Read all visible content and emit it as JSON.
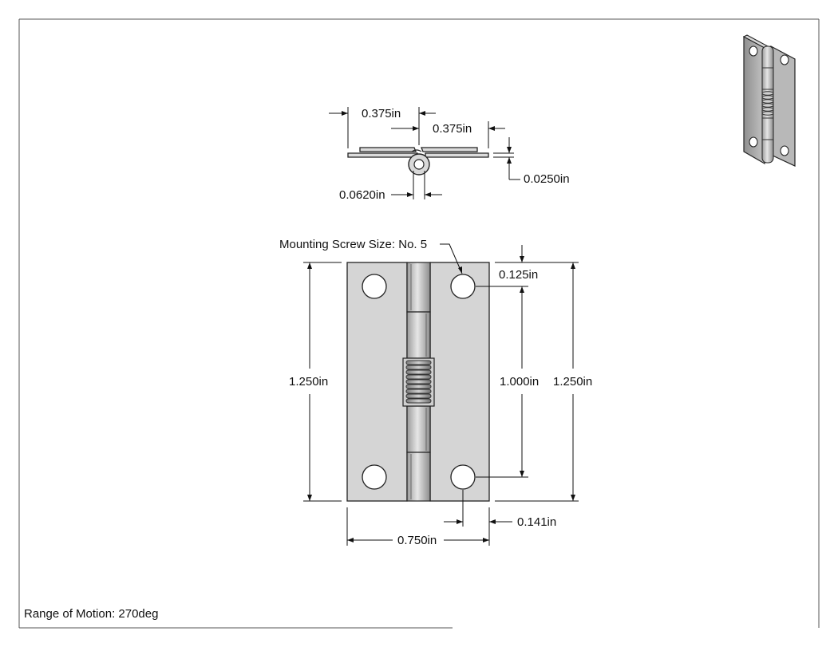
{
  "title_block": {
    "range_of_motion": "Range of Motion: 270deg"
  },
  "end_view": {
    "dims": {
      "leaf_left_width": "0.375in",
      "leaf_right_width": "0.375in",
      "leaf_thickness": "0.0250in",
      "pin_diameter": "0.0620in"
    }
  },
  "front_view": {
    "callout": "Mounting Screw Size: No. 5",
    "dims": {
      "overall_height_left": "1.250in",
      "overall_height_right": "1.250in",
      "hole_spacing_vertical": "1.000in",
      "hole_edge_top": "0.125in",
      "overall_width": "0.750in",
      "hole_edge_side": "0.141in"
    }
  },
  "colors": {
    "leaf_fill": "#d5d5d5",
    "knuckle_fill": "#bdbdbd",
    "line": "#111111",
    "border": "#555555"
  }
}
